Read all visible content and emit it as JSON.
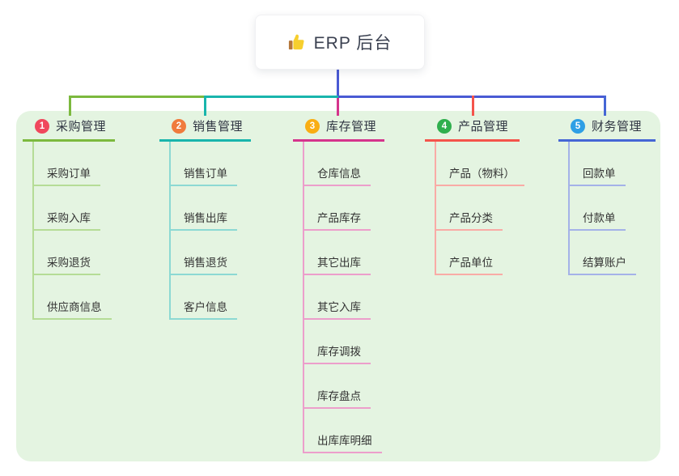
{
  "root": {
    "label": "ERP 后台",
    "icon": "thumbs-up",
    "text_color": "#3a4050"
  },
  "canvas": {
    "bg": "#e4f4e1"
  },
  "connectors": {
    "trunk_color": "#4a5ad4"
  },
  "icon_colors": {
    "thumb_hand": "#f7cf2e",
    "thumb_cuff": "#b5773b"
  },
  "branches": [
    {
      "badge": "1",
      "label": "采购管理",
      "badge_color": "#f0475c",
      "line_color": "#7cb93e",
      "child_line_color": "#b5dc96",
      "children": [
        "采购订单",
        "采购入库",
        "采购退货",
        "供应商信息"
      ]
    },
    {
      "badge": "2",
      "label": "销售管理",
      "badge_color": "#f07b3d",
      "line_color": "#19b5ac",
      "child_line_color": "#8cd9d3",
      "children": [
        "销售订单",
        "销售出库",
        "销售退货",
        "客户信息"
      ]
    },
    {
      "badge": "3",
      "label": "库存管理",
      "badge_color": "#f9ae13",
      "line_color": "#d5348c",
      "child_line_color": "#ec9ecb",
      "children": [
        "仓库信息",
        "产品库存",
        "其它出库",
        "其它入库",
        "库存调拨",
        "库存盘点",
        "出库库明细"
      ]
    },
    {
      "badge": "4",
      "label": "产品管理",
      "badge_color": "#2faf4d",
      "line_color": "#f4544b",
      "child_line_color": "#f9aba6",
      "children": [
        "产品（物料）",
        "产品分类",
        "产品单位"
      ]
    },
    {
      "badge": "5",
      "label": "财务管理",
      "badge_color": "#2e9fe5",
      "line_color": "#4566d5",
      "child_line_color": "#a4b2e8",
      "children": [
        "回款单",
        "付款单",
        "结算账户"
      ]
    }
  ]
}
